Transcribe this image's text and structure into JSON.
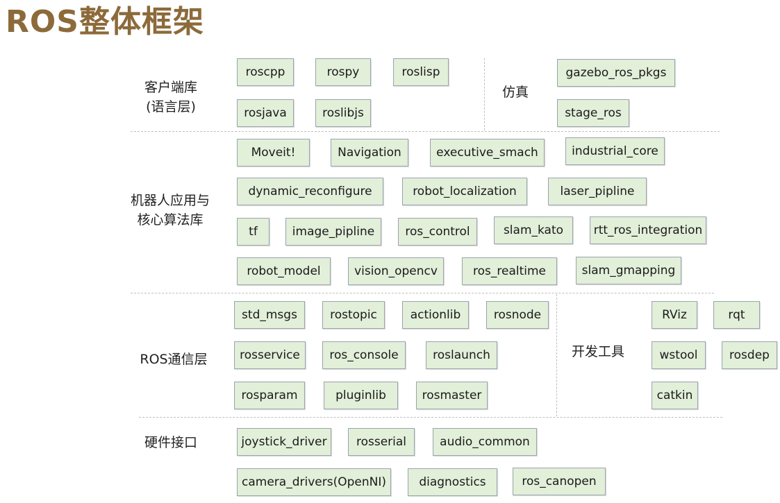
{
  "title": "ROS整体框架",
  "layers": {
    "client": {
      "label_line1": "客户端库",
      "label_line2": "(语言层)"
    },
    "simulation": {
      "label": "仿真"
    },
    "apps": {
      "label_line1": "机器人应用与",
      "label_line2": "核心算法库"
    },
    "comm": {
      "label": "ROS通信层"
    },
    "devtools": {
      "label": "开发工具"
    },
    "hardware": {
      "label": "硬件接口"
    }
  },
  "packages": {
    "client": [
      "roscpp",
      "rospy",
      "roslisp",
      "rosjava",
      "roslibjs"
    ],
    "simulation": [
      "gazebo_ros_pkgs",
      "stage_ros"
    ],
    "apps": [
      "Moveit!",
      "Navigation",
      "executive_smach",
      "industrial_core",
      "dynamic_reconfigure",
      "robot_localization",
      "laser_pipline",
      "tf",
      "image_pipline",
      "ros_control",
      "slam_kato",
      "rtt_ros_integration",
      "robot_model",
      "vision_opencv",
      "ros_realtime",
      "slam_gmapping"
    ],
    "comm": [
      "std_msgs",
      "rostopic",
      "actionlib",
      "rosnode",
      "rosservice",
      "ros_console",
      "roslaunch",
      "rosparam",
      "pluginlib",
      "rosmaster"
    ],
    "devtools": [
      "RViz",
      "rqt",
      "wstool",
      "rosdep",
      "catkin"
    ],
    "hardware": [
      "joystick_driver",
      "rosserial",
      "audio_common",
      "camera_drivers(OpenNI)",
      "diagnostics",
      "ros_canopen"
    ]
  }
}
